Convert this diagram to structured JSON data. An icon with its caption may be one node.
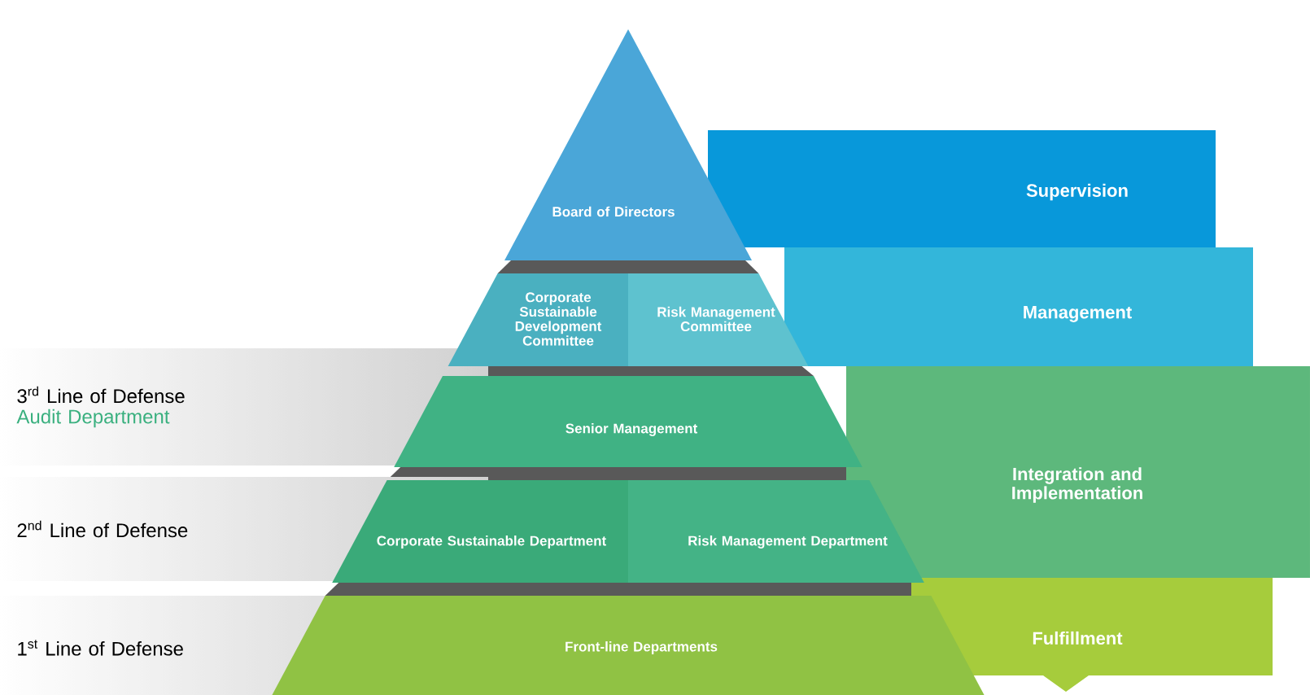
{
  "diagram": {
    "nodes": [
      {
        "text": [
          "Board of Directors"
        ]
      },
      {
        "text": [
          "Corporate Sustainable Development Committee"
        ]
      },
      {
        "text": [
          "Risk Management Committee"
        ]
      },
      {
        "text": [
          "Senior Management"
        ]
      },
      {
        "text": [
          "Corporate Sustainable Department"
        ]
      },
      {
        "text": [
          "Risk Management Department"
        ]
      },
      {
        "text": [
          "Front-line Departments"
        ]
      },
      {
        "text": [
          "Supervision"
        ]
      },
      {
        "text": [
          "Management"
        ]
      },
      {
        "text": [
          "Integration and Implementation"
        ]
      },
      {
        "text": [
          "Fulfillment"
        ]
      },
      {
        "text": [
          "3$^{rd}$ Line of Defense",
          "Audit Department"
        ]
      },
      {
        "text": [
          "2$^{nd}$ Line of Defense"
        ]
      },
      {
        "text": [
          "1$^{st}$ Line of Defense"
        ]
      }
    ]
  }
}
